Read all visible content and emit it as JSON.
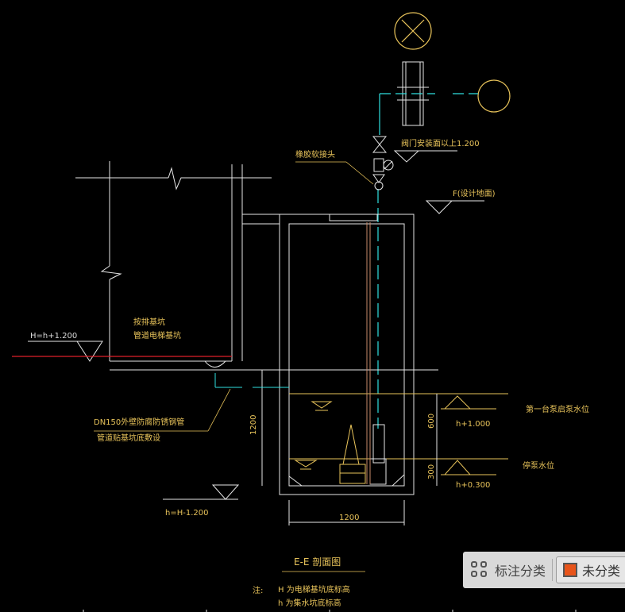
{
  "labels": {
    "anti_leak_connector": "橡胶软接头",
    "valve_top_elev": "阀门安装面以上1.200",
    "ground_design": "F(设计地面)",
    "h_level": "H=h+1.200",
    "note_a_line1": "按排基坑",
    "note_a_line2": "管道电梯基坑",
    "pipe_dn150": "DN150外壁防腐防锈钢管",
    "pipe_dn150_line2": "管道贴基坑底敷设",
    "dim_1200_vertical": "1200",
    "dim_600": "600",
    "dim_300": "300",
    "dim_1200_bottom": "1200",
    "h_plus_1000": "h+1.000",
    "h_plus_0300": "h+0.300",
    "first_pump_level": "第一台泵启泵水位",
    "stop_level": "停泵水位",
    "h_minus_1200": "h=H-1.200",
    "section_title": "E-E  剖面图",
    "note_prefix": "注:",
    "note_H": "H  为电梯基坑底标高",
    "note_h": "h  为集水坑底标高"
  },
  "toolbar": {
    "icon": "grid-apps-icon",
    "annotate_label": "标注分类",
    "chip_label": "未分类",
    "chip_color": "#e8541a"
  },
  "colors": {
    "background": "#000000",
    "line_white": "#e6e6e6",
    "text_yellow": "#e8c35a",
    "pipe_cyan": "#2fe0e0",
    "red_line": "#e0202a"
  }
}
